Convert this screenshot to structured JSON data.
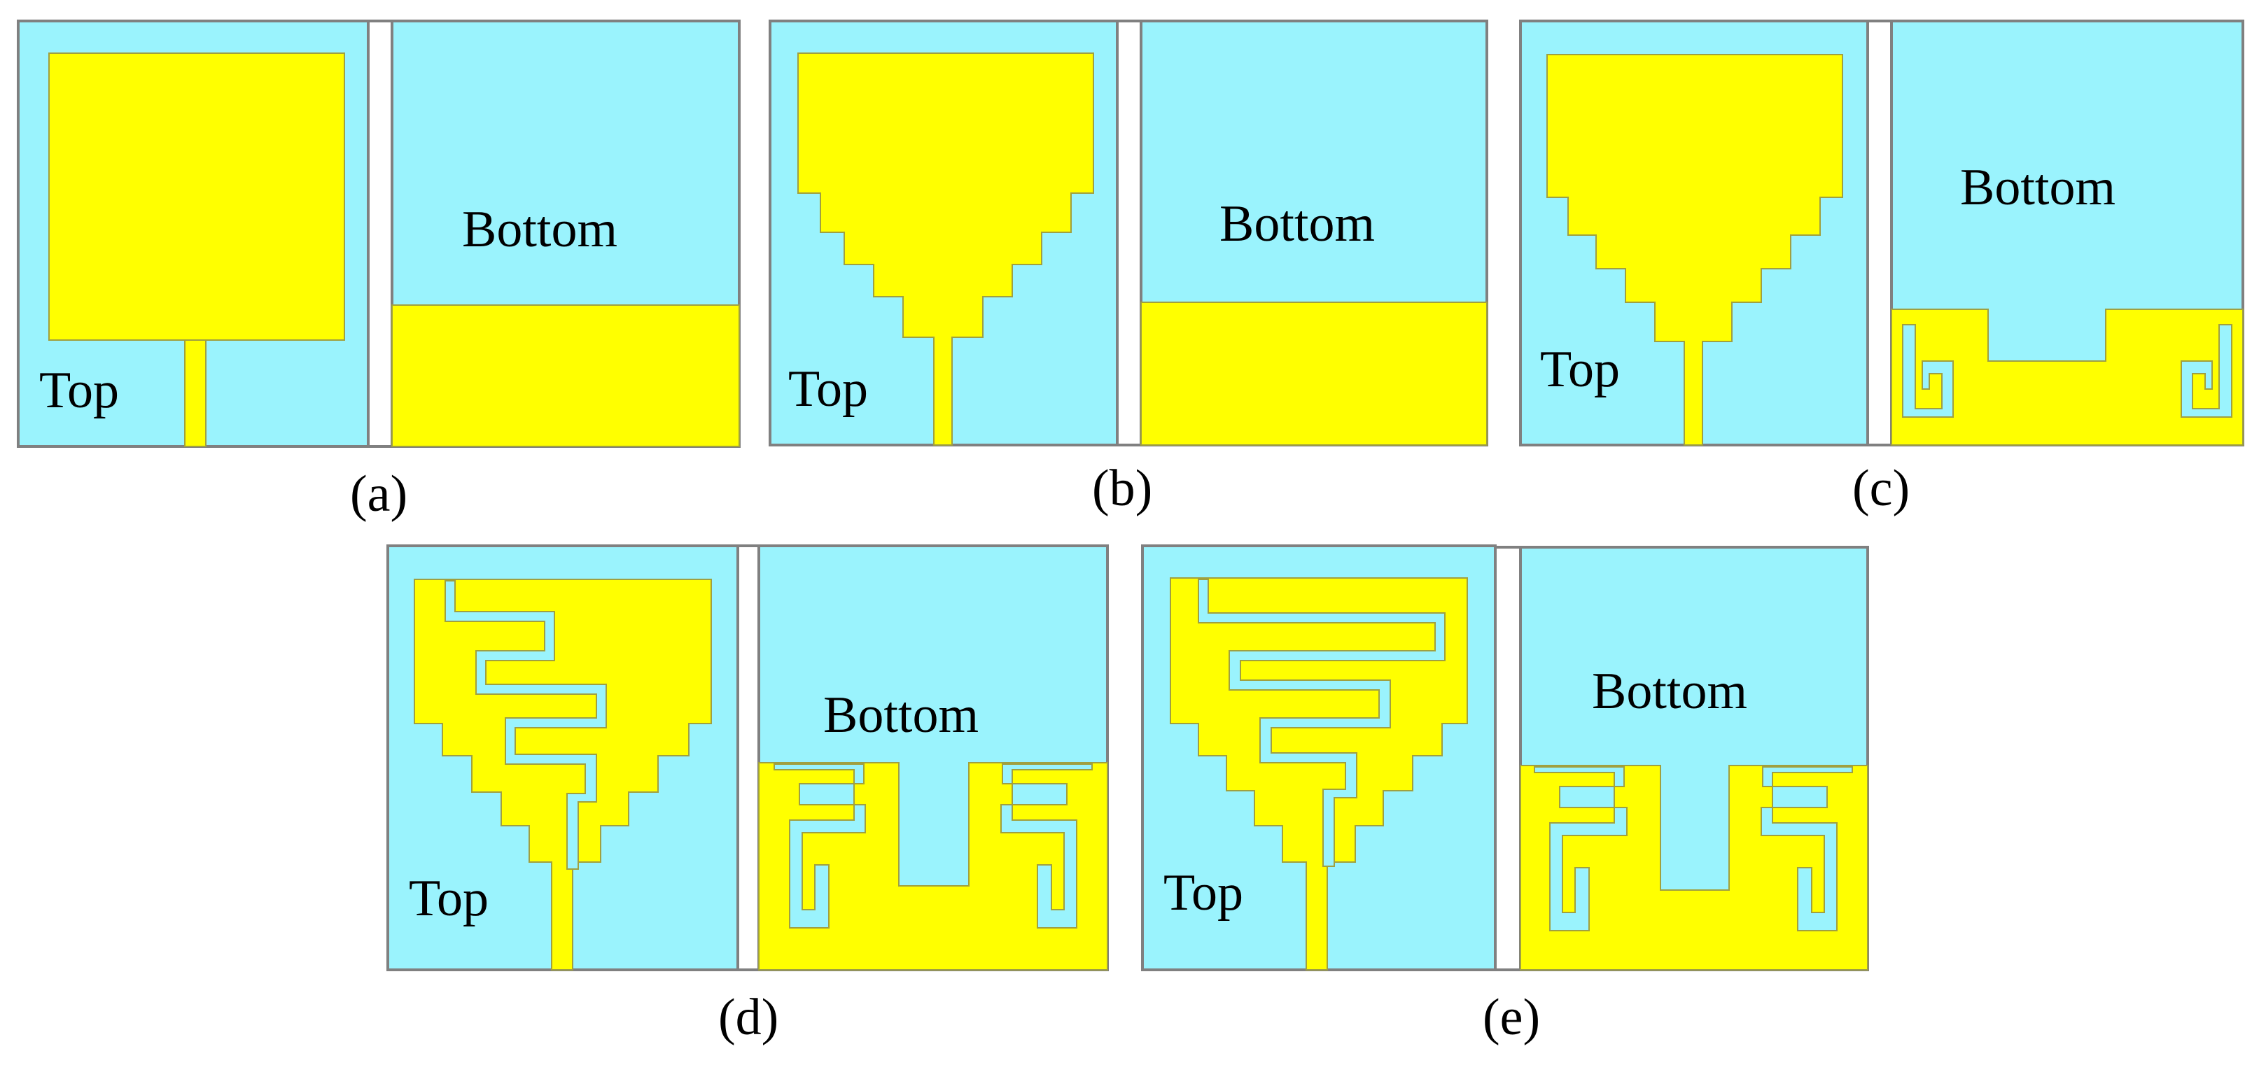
{
  "colors": {
    "substrate": "#9af3fd",
    "copper": "#ffff00",
    "frame": "#808080"
  },
  "panels": [
    {
      "id": "a",
      "top_label": "Top",
      "bottom_label": "Bottom",
      "caption": "(a)"
    },
    {
      "id": "b",
      "top_label": "Top",
      "bottom_label": "Bottom",
      "caption": "(b)"
    },
    {
      "id": "c",
      "top_label": "Top",
      "bottom_label": "Bottom",
      "caption": "(c)"
    },
    {
      "id": "d",
      "top_label": "Top",
      "bottom_label": "Bottom",
      "caption": "(d)"
    },
    {
      "id": "e",
      "top_label": "Top",
      "bottom_label": "Bottom",
      "caption": "(e)"
    }
  ]
}
